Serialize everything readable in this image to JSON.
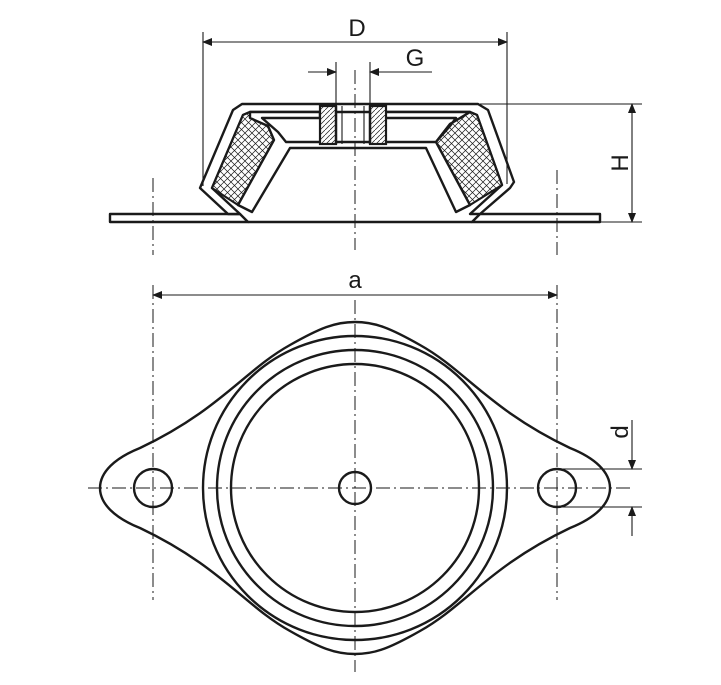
{
  "drawing": {
    "dimension_labels": {
      "outer_diameter": "D",
      "thread": "G",
      "height": "H",
      "hole_spacing": "a",
      "hole_diameter": "d"
    }
  }
}
